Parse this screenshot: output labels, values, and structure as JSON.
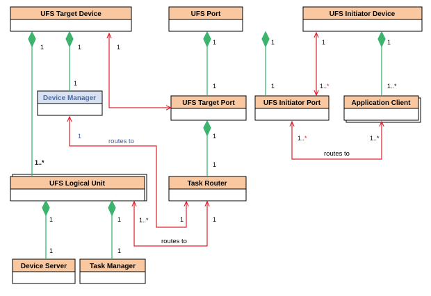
{
  "colors": {
    "header_fill": "#fac8a0",
    "dm_header_fill": "#d9e2f3",
    "composition": "#3cb46e",
    "association": "#e0202a",
    "device_manager_text": "#4a6da8"
  },
  "classes": {
    "ufs_target_device": "UFS Target Device",
    "ufs_port": "UFS Port",
    "ufs_initiator_device": "UFS Initiator Device",
    "device_manager": "Device Manager",
    "ufs_target_port": "UFS Target Port",
    "ufs_initiator_port": "UFS Initiator Port",
    "application_client": "Application Client",
    "ufs_logical_unit": "UFS Logical Unit",
    "task_router": "Task Router",
    "device_server": "Device Server",
    "task_manager": "Task Manager"
  },
  "multiplicities": {
    "td_lu_top": "1",
    "td_lu_bottom": "1..*",
    "td_dm_top": "1",
    "td_dm_bottom": "1",
    "td_tp": "1",
    "port_tp_top": "1",
    "port_tp_bottom": "1",
    "port_ip_top": "1",
    "port_ip_bottom": "1",
    "id_ip_top": "1",
    "id_ip_bottom_num": "1..",
    "id_ip_bottom_star": "*",
    "id_ac_top": "1",
    "id_ac_bottom": "1..*",
    "tp_tr_top": "1",
    "tp_tr_bottom": "1",
    "dm_route": "1",
    "ip_route_num": "1..",
    "ip_route_star": "*",
    "ac_route": "1..*",
    "lu_ds_top": "1",
    "lu_ds_bottom": "1",
    "lu_tm_top": "1",
    "lu_tm_bottom": "1",
    "tr_route_left": "1",
    "tr_route_right": "1",
    "lu_route": "1..*"
  },
  "labels": {
    "routes_to_dm": "routes to",
    "routes_to_ip_ac": "routes to",
    "routes_to_lu_tr": "routes to"
  }
}
